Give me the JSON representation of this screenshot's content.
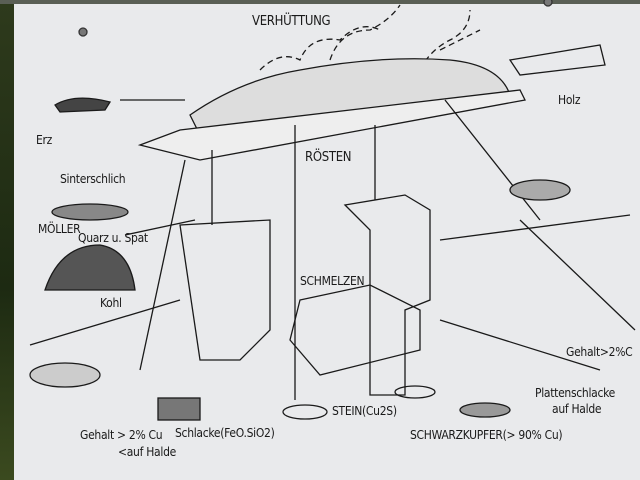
{
  "title": "VERHÜTTUNG",
  "stages": {
    "roasting": "RÖSTEN",
    "smelting": "SCHMELZEN"
  },
  "labels": {
    "ore": "Erz",
    "wood": "Holz",
    "sinter": "Sinterschlich",
    "charge": "MÖLLER",
    "quartz": "Quarz u. Spat",
    "coal": "Kohl",
    "content_left": "Gehalt > 2% Cu",
    "dump_left": "<auf Halde",
    "slag": "Schlacke(FeO.SiO2)",
    "matte": "STEIN(Cu2S)",
    "black_copper": "SCHWARZKUPFER(> 90% Cu)",
    "content_right": "Gehalt>2%C",
    "plate_slag": "Plattenschlacke",
    "dump_right": "auf Halde"
  }
}
